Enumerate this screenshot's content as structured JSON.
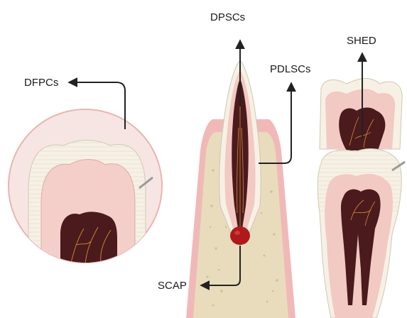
{
  "labels": {
    "dpscs": "DPSCs",
    "pdlscs": "PDLSCs",
    "shed": "SHED",
    "dfpcs": "DFPCs",
    "scap": "SCAP"
  },
  "colors": {
    "enamel": "#f6f1e4",
    "dentin": "#f2c9c3",
    "pulp": "#4a1a1c",
    "bone": "#e8dcbc",
    "gingiva": "#f0b9b8",
    "scap_dot": "#b0191b",
    "arrow": "#222222",
    "vessel": "#d88a3a"
  }
}
